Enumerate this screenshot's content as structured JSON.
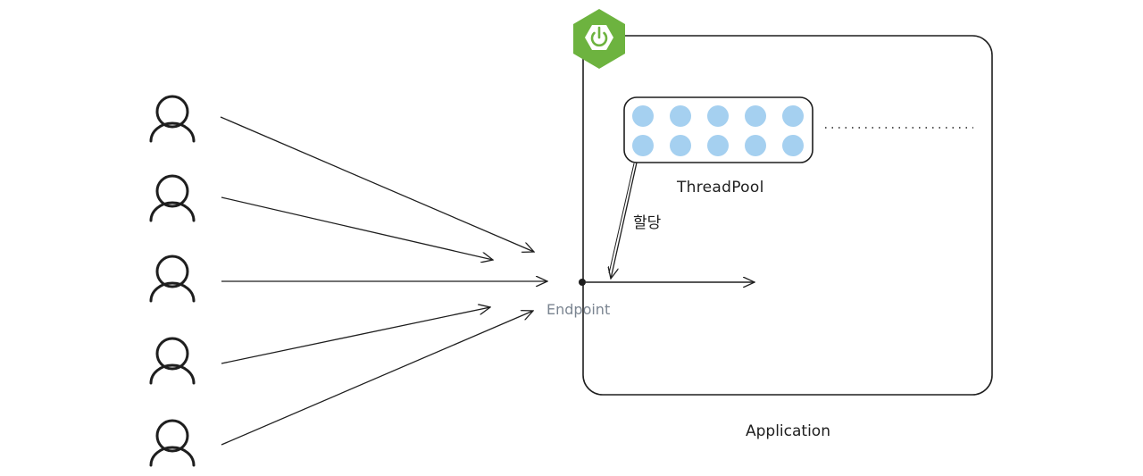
{
  "diagram": {
    "users": {
      "count": 5,
      "icon": "user-icon"
    },
    "application": {
      "label": "Application",
      "logo": "spring-power-icon",
      "logo_color": "#6db33f"
    },
    "thread_pool": {
      "label": "ThreadPool",
      "threads": 10,
      "thread_color": "#a5d0f0",
      "overflow_indicator": "dotted-line"
    },
    "assignment": {
      "label": "할당"
    },
    "endpoint": {
      "label": "Endpoint",
      "label_color": "#7b8591"
    },
    "stroke_color": "#1e1e1e"
  }
}
